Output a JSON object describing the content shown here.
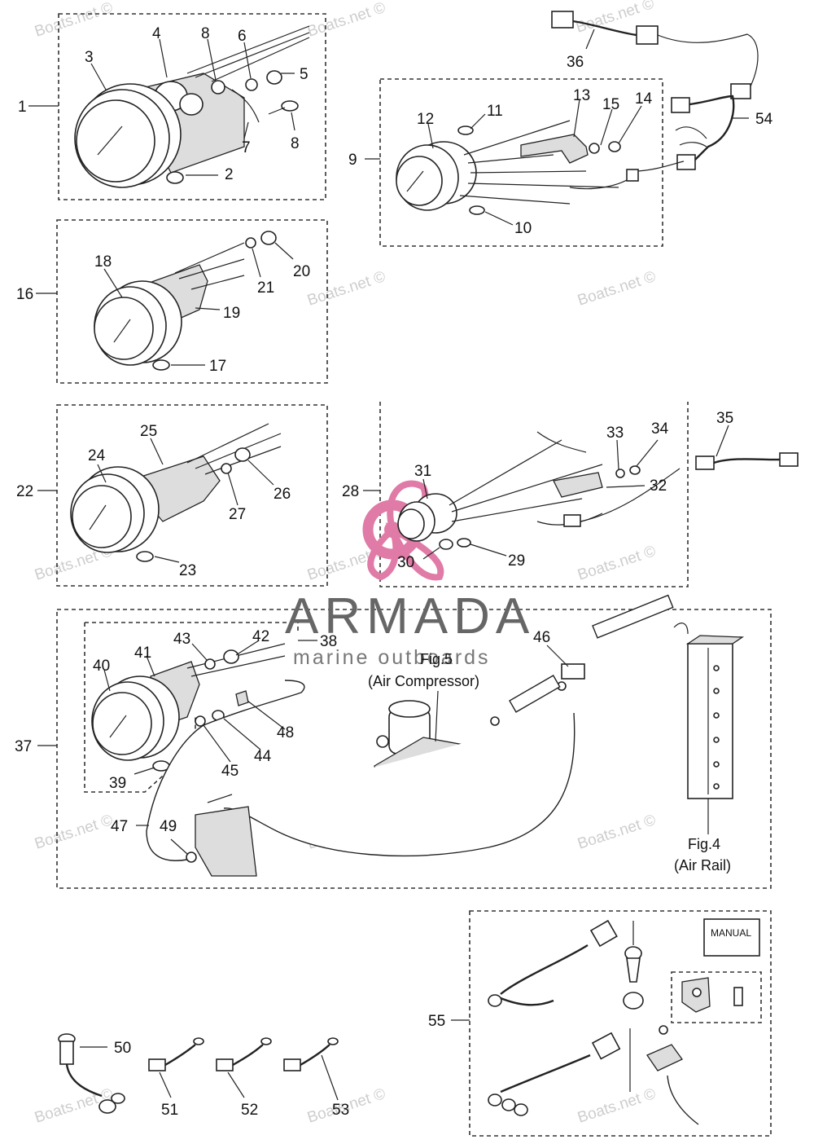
{
  "watermark": {
    "text": "Boats.net ©"
  },
  "brand": {
    "name": "ARMADA",
    "tagline": "marine outboards",
    "logo_color": "#e07aa6"
  },
  "figure_labels": {
    "fig5_line1": "Fig.5",
    "fig5_line2": "(Air  Compressor)",
    "fig4_line1": "Fig.4",
    "fig4_line2": "(Air Rail)",
    "manual": "MANUAL"
  },
  "parts": {
    "p1": "1",
    "p2": "2",
    "p3": "3",
    "p4": "4",
    "p5": "5",
    "p6": "6",
    "p7": "7",
    "p8a": "8",
    "p8b": "8",
    "p9": "9",
    "p10": "10",
    "p11": "11",
    "p12": "12",
    "p13": "13",
    "p14": "14",
    "p15": "15",
    "p16": "16",
    "p17": "17",
    "p18": "18",
    "p19": "19",
    "p20": "20",
    "p21": "21",
    "p22": "22",
    "p23": "23",
    "p24": "24",
    "p25": "25",
    "p26": "26",
    "p27": "27",
    "p28": "28",
    "p29": "29",
    "p30": "30",
    "p31": "31",
    "p32": "32",
    "p33": "33",
    "p34": "34",
    "p35": "35",
    "p36": "36",
    "p37": "37",
    "p38": "38",
    "p39": "39",
    "p40": "40",
    "p41": "41",
    "p42": "42",
    "p43": "43",
    "p44": "44",
    "p45": "45",
    "p46": "46",
    "p47": "47",
    "p48": "48",
    "p49": "49",
    "p50": "50",
    "p51": "51",
    "p52": "52",
    "p53": "53",
    "p54": "54",
    "p55": "55"
  }
}
